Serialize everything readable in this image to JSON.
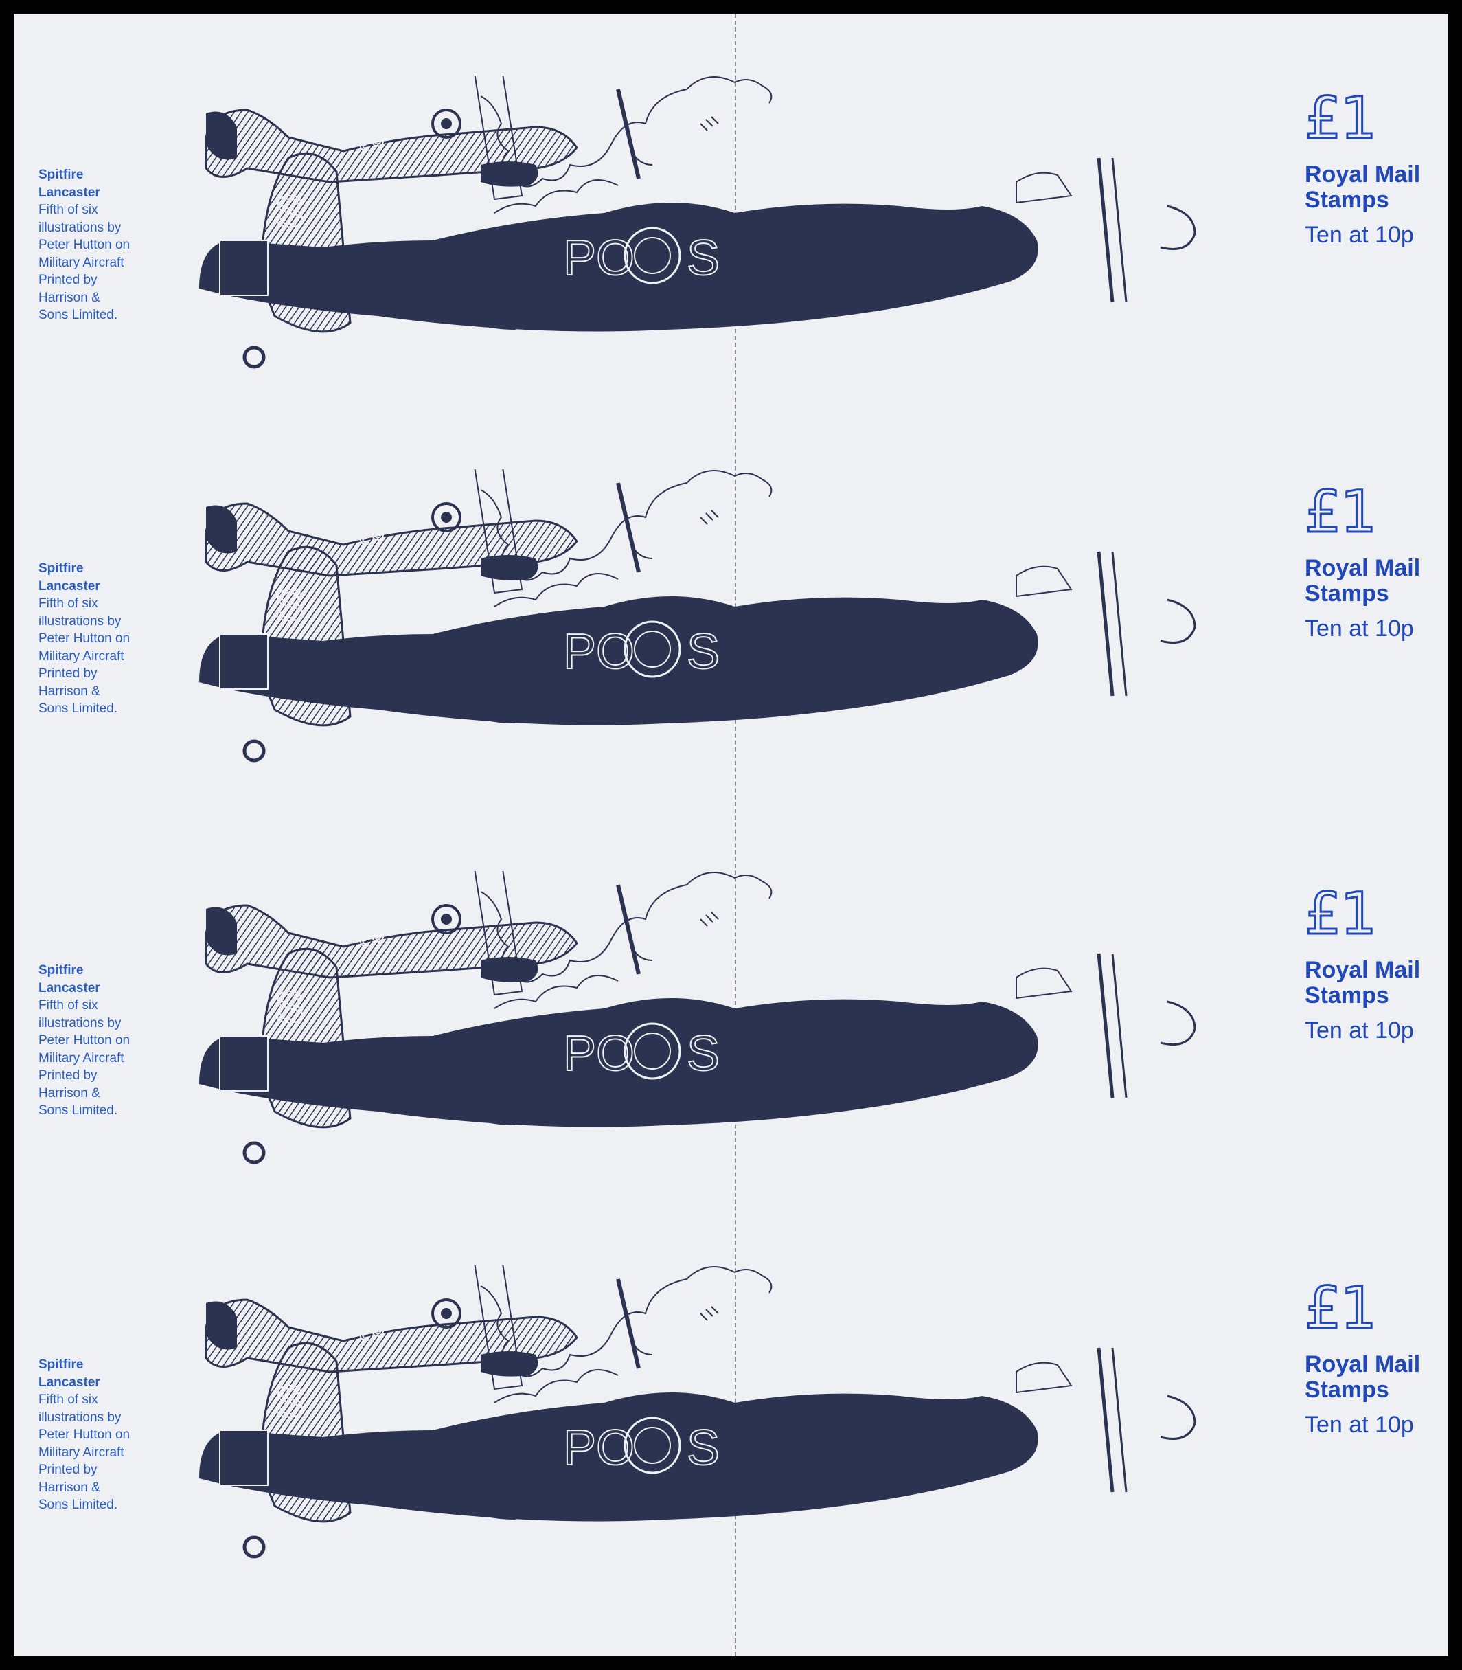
{
  "panels": [
    {
      "caption": {
        "title_1": "Spitfire",
        "title_2": "Lancaster",
        "lines": [
          "Fifth of six",
          "illustrations by",
          "Peter Hutton on",
          "Military Aircraft",
          "Printed by",
          "Harrison &",
          "Sons Limited."
        ]
      },
      "price": "£1",
      "brand": "Royal Mail Stamps",
      "count": "Ten at 10p",
      "markings": {
        "spitfire": "QJ",
        "lancaster_tail": "S",
        "lancaster_code": "PO",
        "lancaster_code_2": "S"
      }
    },
    {
      "caption": {
        "title_1": "Spitfire",
        "title_2": "Lancaster",
        "lines": [
          "Fifth of six",
          "illustrations by",
          "Peter Hutton on",
          "Military Aircraft",
          "Printed by",
          "Harrison &",
          "Sons Limited."
        ]
      },
      "price": "£1",
      "brand": "Royal Mail Stamps",
      "count": "Ten at 10p",
      "markings": {
        "spitfire": "QJ",
        "lancaster_tail": "S",
        "lancaster_code": "PO",
        "lancaster_code_2": "S"
      }
    },
    {
      "caption": {
        "title_1": "Spitfire",
        "title_2": "Lancaster",
        "lines": [
          "Fifth of six",
          "illustrations by",
          "Peter Hutton on",
          "Military Aircraft",
          "Printed by",
          "Harrison &",
          "Sons Limited."
        ]
      },
      "price": "£1",
      "brand": "Royal Mail Stamps",
      "count": "Ten at 10p",
      "markings": {
        "spitfire": "QJ",
        "lancaster_tail": "S",
        "lancaster_code": "PO",
        "lancaster_code_2": "S"
      }
    },
    {
      "caption": {
        "title_1": "Spitfire",
        "title_2": "Lancaster",
        "lines": [
          "Fifth of six",
          "illustrations by",
          "Peter Hutton on",
          "Military Aircraft",
          "Printed by",
          "Harrison &",
          "Sons Limited."
        ]
      },
      "price": "£1",
      "brand": "Royal Mail Stamps",
      "count": "Ten at 10p",
      "markings": {
        "spitfire": "QJ",
        "lancaster_tail": "S",
        "lancaster_code": "PO",
        "lancaster_code_2": "S"
      }
    }
  ],
  "colors": {
    "ink": "#2c3350",
    "blue_text": "#2048b8",
    "caption_blue": "#2a5cc0",
    "paper": "#eef0f4",
    "border": "#000000"
  },
  "icons": {
    "aircraft": "spitfire-and-lancaster-illustration",
    "roundel": "raf-roundel-icon"
  }
}
